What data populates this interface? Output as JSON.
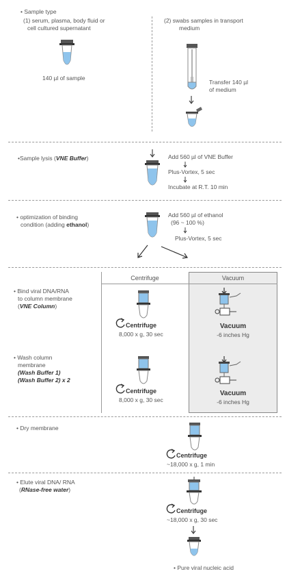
{
  "section1": {
    "bullet": "• Sample type",
    "col1_line1": "(1) serum, plasma, body fluid or",
    "col1_line2": "cell cultured supernatant",
    "col1_volume": "140 µl of sample",
    "col2_line1": "(2) swabs samples in transport",
    "col2_line2": "medium",
    "transfer_line1": "Transfer 140 µl",
    "transfer_line2": "of medium"
  },
  "section2": {
    "label_prefix": "•Sample lysis (",
    "label_bold": "VNE Buffer",
    "label_suffix": ")",
    "step1": "Add 560 µl of VNE Buffer",
    "step2": "Plus-Vortex, 5 sec",
    "step3": "Incubate at R.T. 10 min"
  },
  "section3": {
    "label_line1": "• optimization of binding",
    "label_line2_prefix": "condition (adding ",
    "label_line2_bold": "ethanol",
    "label_line2_suffix": ")",
    "step1_line1": "Add 560 µl of ethanol",
    "step1_line2": "(96 ~ 100 %)",
    "step2": "Plus-Vortex, 5 sec"
  },
  "section4": {
    "header_centrifuge": "Centrifuge",
    "header_vacuum": "Vacuum",
    "bind_line1": "• Bind viral DNA/RNA",
    "bind_line2": "to column membrane",
    "bind_line3_prefix": "(",
    "bind_line3_bold": "VNE Column",
    "bind_line3_suffix": ")",
    "wash_line1": "• Wash column",
    "wash_line2": "membrane",
    "wash_line3": "(Wash Buffer 1)",
    "wash_line4": "(Wash Buffer 2) x 2",
    "centrifuge_label": "Centrifuge",
    "centrifuge_speed": "8,000 x g, 30 sec",
    "vacuum_label": "Vacuum",
    "vacuum_pressure": "-6 inches Hg"
  },
  "section5": {
    "label": "• Dry membrane",
    "centrifuge_label": "Centrifuge",
    "speed": "~18,000 x g, 1 min"
  },
  "section6": {
    "label_line1": "• Elute viral DNA/ RNA",
    "label_line2_prefix": "(",
    "label_line2_bold": "RNase-free water",
    "label_line2_suffix": ")",
    "centrifuge_label": "Centrifuge",
    "speed": "~18,000 x g, 30 sec",
    "result": "• Pure viral nucleic acid"
  }
}
